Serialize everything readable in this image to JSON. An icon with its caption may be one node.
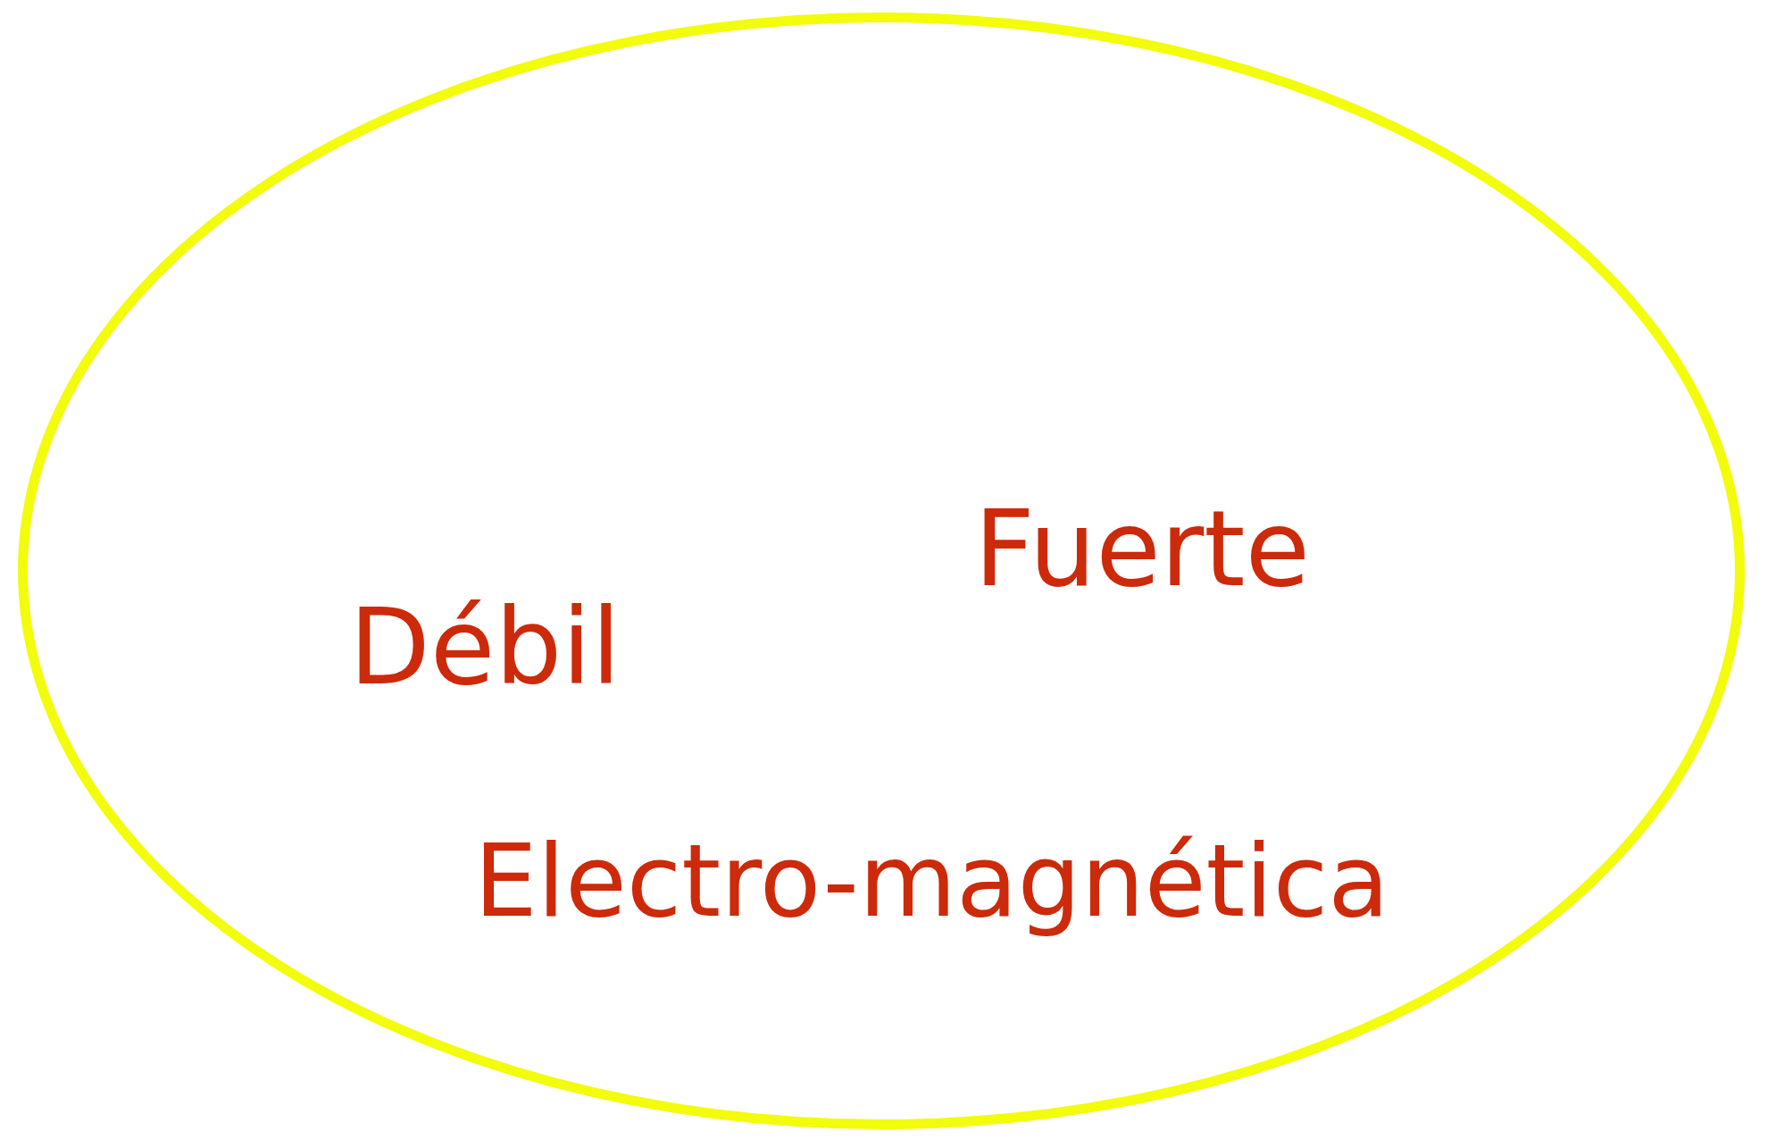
{
  "diagram": {
    "nodes": [
      {
        "text": [
          "Débil",
          "Fuerte",
          "Electro-magnética"
        ]
      }
    ]
  }
}
